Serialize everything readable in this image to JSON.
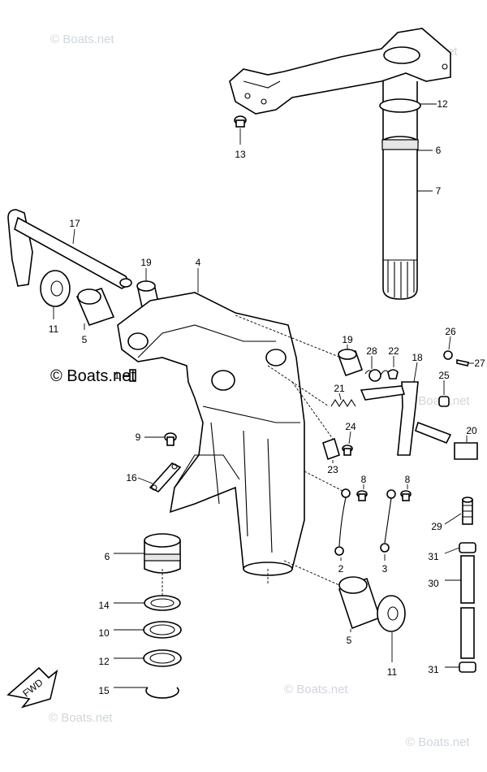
{
  "watermarks": {
    "main": "© Boats.net",
    "faint": "© Boats.net"
  },
  "fwd_label": "FWD",
  "callouts": [
    {
      "id": "c12a",
      "text": "12"
    },
    {
      "id": "c13",
      "text": "13"
    },
    {
      "id": "c6a",
      "text": "6"
    },
    {
      "id": "c7",
      "text": "7"
    },
    {
      "id": "c17",
      "text": "17"
    },
    {
      "id": "c19a",
      "text": "19"
    },
    {
      "id": "c4",
      "text": "4"
    },
    {
      "id": "c11a",
      "text": "11"
    },
    {
      "id": "c5a",
      "text": "5"
    },
    {
      "id": "c1",
      "text": "1"
    },
    {
      "id": "c19b",
      "text": "19"
    },
    {
      "id": "c28",
      "text": "28"
    },
    {
      "id": "c22",
      "text": "22"
    },
    {
      "id": "c18",
      "text": "18"
    },
    {
      "id": "c26",
      "text": "26"
    },
    {
      "id": "c27",
      "text": "27"
    },
    {
      "id": "c21",
      "text": "21"
    },
    {
      "id": "c25",
      "text": "25"
    },
    {
      "id": "c24",
      "text": "24"
    },
    {
      "id": "c20",
      "text": "20"
    },
    {
      "id": "c9",
      "text": "9"
    },
    {
      "id": "c23",
      "text": "23"
    },
    {
      "id": "c16",
      "text": "16"
    },
    {
      "id": "c8a",
      "text": "8"
    },
    {
      "id": "c8b",
      "text": "8"
    },
    {
      "id": "c29",
      "text": "29"
    },
    {
      "id": "c6b",
      "text": "6"
    },
    {
      "id": "c31a",
      "text": "31"
    },
    {
      "id": "c2",
      "text": "2"
    },
    {
      "id": "c3",
      "text": "3"
    },
    {
      "id": "c30",
      "text": "30"
    },
    {
      "id": "c14",
      "text": "14"
    },
    {
      "id": "c5b",
      "text": "5"
    },
    {
      "id": "c10",
      "text": "10"
    },
    {
      "id": "c12b",
      "text": "12"
    },
    {
      "id": "c11b",
      "text": "11"
    },
    {
      "id": "c31b",
      "text": "31"
    },
    {
      "id": "c15",
      "text": "15"
    }
  ]
}
